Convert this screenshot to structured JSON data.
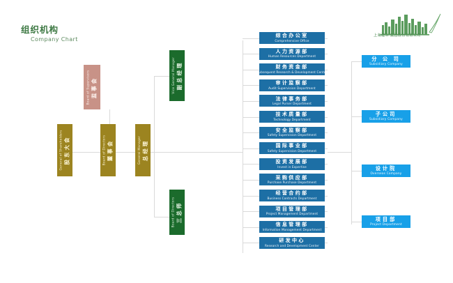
{
  "header": {
    "title_cn": "组织机构",
    "title_en": "Company Chart",
    "accent_green": "#3f7a45"
  },
  "logo": {
    "name": "skyline-logo",
    "caption": "上海建工  集团股份有限公司",
    "color": "#4d8a52"
  },
  "governance": [
    {
      "name": "shareholders-meeting",
      "cn": "股东大会",
      "en": "General of Shareholders",
      "color": "#9c8420"
    },
    {
      "name": "board-of-supervisors",
      "cn": "监事会",
      "en": "Board of Supervisors",
      "color": "#c89287"
    },
    {
      "name": "board-of-directors",
      "cn": "董事会",
      "en": "Board of Directors",
      "color": "#9c8420"
    },
    {
      "name": "general-manager",
      "cn": "总经理",
      "en": "General Manager",
      "color": "#9c8420"
    }
  ],
  "executives": [
    {
      "name": "vice-general-manager",
      "cn": "副总经理",
      "en": "Vice General Manager",
      "color": "#1b6b2c"
    },
    {
      "name": "three-chief-engineers",
      "cn": "三总师",
      "en": "Board of Directors",
      "color": "#1b6b2c"
    }
  ],
  "departments": [
    {
      "cn": "综合办公室",
      "en": "Comprehensive Office"
    },
    {
      "cn": "人力资源部",
      "en": "Human Resources Department"
    },
    {
      "cn": "财务资金部",
      "en": "Subsequent Research & Development Center"
    },
    {
      "cn": "审计监察部",
      "en": "Audit Supervision Department"
    },
    {
      "cn": "法律事务部",
      "en": "Legal Purser Department"
    },
    {
      "cn": "技术质量部",
      "en": "Technology Department"
    },
    {
      "cn": "安全监察部",
      "en": "Safety Supervision Department"
    },
    {
      "cn": "国际事业部",
      "en": "Safety Supervision Department"
    },
    {
      "cn": "投资发展部",
      "en": "Invest in Expertise"
    },
    {
      "cn": "采购供应部",
      "en": "Purchase Purchase Department"
    },
    {
      "cn": "经营合约部",
      "en": "Business Contracts Department"
    },
    {
      "cn": "项目管理部",
      "en": "Project Management Department"
    },
    {
      "cn": "信息管理部",
      "en": "Information Management Department"
    },
    {
      "cn": "研发中心",
      "en": "Research and Development Center"
    }
  ],
  "companies": [
    {
      "cn": "分 公 司",
      "en": "Subsidiary Company"
    },
    {
      "cn": "子公司",
      "en": "Subsidiary Company"
    },
    {
      "cn": "设计院",
      "en": "Overseas Company"
    },
    {
      "cn": "项目部",
      "en": "Project Department"
    }
  ],
  "colors": {
    "department_blue": "#1d6fa5",
    "company_blue": "#18a0e8",
    "line": "#d9d9d9",
    "gold": "#9c8420",
    "pink": "#c89287",
    "green": "#1b6b2c"
  }
}
